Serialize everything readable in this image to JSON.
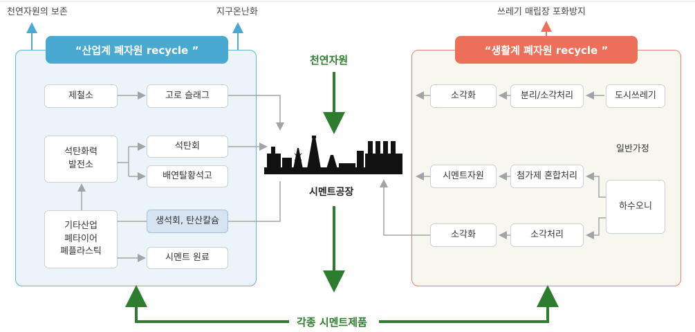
{
  "top": {
    "left1": "천연자원의 보존",
    "left2": "지구온난화",
    "right1": "쓰레기 매립장 포화방지"
  },
  "left_panel": {
    "title": "“산업계 폐자원 recycle ”",
    "boxes": {
      "steel": "제철소",
      "slag": "고로 슬래그",
      "coal_plant": "석탄화력\n발전소",
      "coal_ash": "석탄회",
      "gypsum": "배연탈황석고",
      "lime": "생석회, 탄산칼슘",
      "other": "기타산업\n폐타이어\n폐플라스틱",
      "cement_raw": "시멘트 원료"
    }
  },
  "right_panel": {
    "title": "“생활계 폐자원 recycle ”",
    "boxes": {
      "incin1": "소각화",
      "separate": "분리/소각처리",
      "city_waste": "도시쓰레기",
      "cement_res": "시멘트자원",
      "additive": "첨가제 혼합처리",
      "sludge": "하수오니",
      "incin2": "소각화",
      "incin_proc": "소각처리"
    },
    "household": "일반가정"
  },
  "center": {
    "natural": "천연자원",
    "factory": "시멘트공장",
    "products": "각종 시멘트제품"
  },
  "colors": {
    "green": "#2e7d2e",
    "blue": "#4aa9d1",
    "orange": "#ec7059",
    "gray_line": "#a0a4a8"
  }
}
